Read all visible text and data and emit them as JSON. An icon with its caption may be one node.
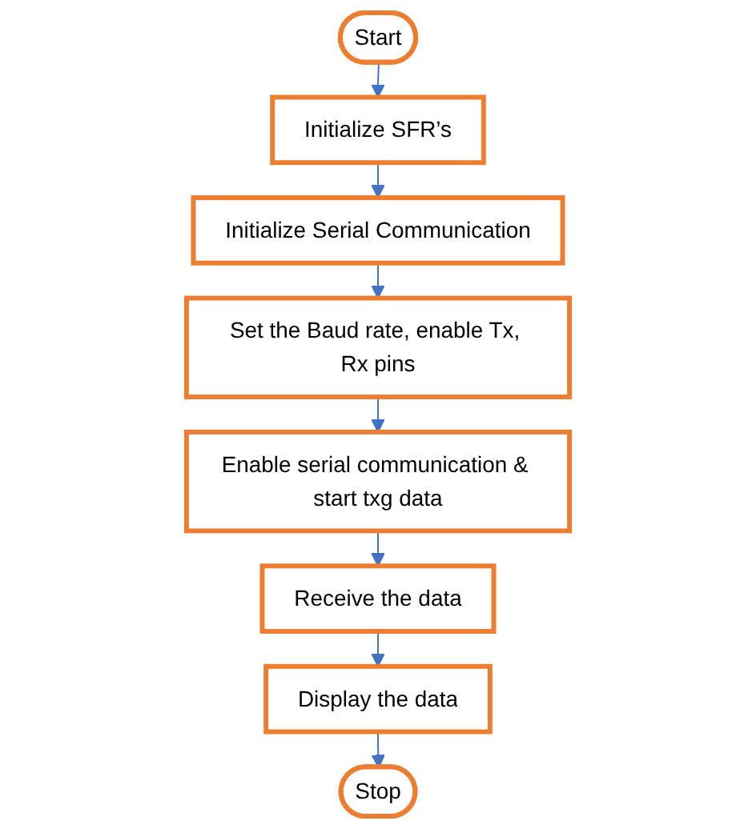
{
  "diagram": {
    "nodes": [
      {
        "text": [
          "Start"
        ]
      },
      {
        "text": [
          "Initialize SFR’s"
        ]
      },
      {
        "text": [
          "Initialize Serial Communication"
        ]
      },
      {
        "text": [
          "Set the Baud rate, enable Tx, Rx pins"
        ]
      },
      {
        "text": [
          "Enable serial communication & start txg data"
        ]
      },
      {
        "text": [
          "Receive the data"
        ]
      },
      {
        "text": [
          "Display the data"
        ]
      },
      {
        "text": [
          "Stop"
        ]
      }
    ],
    "edges": [
      {
        "from": 0,
        "to": 1,
        "arrow": "to"
      },
      {
        "from": 1,
        "to": 2,
        "arrow": "to"
      },
      {
        "from": 2,
        "to": 3,
        "arrow": "to"
      },
      {
        "from": 3,
        "to": 4,
        "arrow": "to"
      },
      {
        "from": 4,
        "to": 5,
        "arrow": "to"
      },
      {
        "from": 5,
        "to": 6,
        "arrow": "to"
      },
      {
        "from": 6,
        "to": 7,
        "arrow": "to"
      }
    ]
  }
}
